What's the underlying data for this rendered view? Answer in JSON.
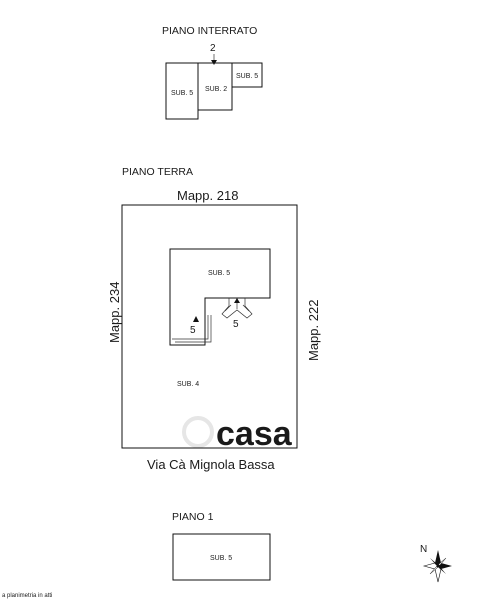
{
  "floors": {
    "basement": {
      "title": "PIANO INTERRATO",
      "marker": "2",
      "labels": [
        "SUB. 5",
        "SUB. 2",
        "SUB. 5"
      ]
    },
    "ground": {
      "title": "PIANO TERRA",
      "north_neighbor": "Mapp. 218",
      "west_neighbor": "Mapp. 234",
      "east_neighbor": "Mapp. 222",
      "street": "Via Cà Mignola Bassa",
      "building_label": "SUB. 5",
      "yard_label": "SUB. 4",
      "stair_marks": [
        "5",
        "5"
      ]
    },
    "first": {
      "title": "PIANO 1",
      "label": "SUB. 5"
    }
  },
  "compass": {
    "north": "N"
  },
  "watermark": "casa",
  "footer": "a planimetria in atti",
  "colors": {
    "line": "#111111",
    "watermark": "#e6e6e6"
  }
}
